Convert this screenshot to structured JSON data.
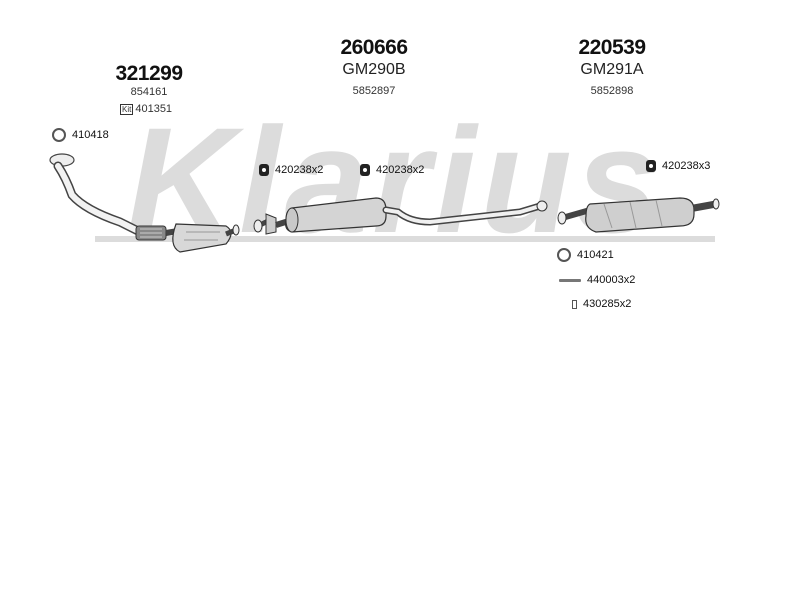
{
  "watermark": {
    "text": "Klarius",
    "color": "#d9d9d9"
  },
  "parts": {
    "front": {
      "number": "321299",
      "oem": "",
      "ref": "854161",
      "kit_label": "Kit",
      "kit_ref": "401351"
    },
    "middle": {
      "number": "260666",
      "oem": "GM290B",
      "ref": "5852897"
    },
    "rear": {
      "number": "220539",
      "oem": "GM291A",
      "ref": "5852898"
    }
  },
  "accessories": {
    "ring_front": "410418",
    "hanger_1": "420238x2",
    "hanger_2": "420238x2",
    "hanger_3": "420238x3",
    "ring_rear": "410421",
    "bolt": "440003x2",
    "clamp": "430285x2"
  },
  "icons": {
    "ring": "gasket-ring-icon",
    "hanger": "rubber-hanger-icon",
    "bolt": "bolt-icon",
    "clamp": "clamp-icon"
  }
}
